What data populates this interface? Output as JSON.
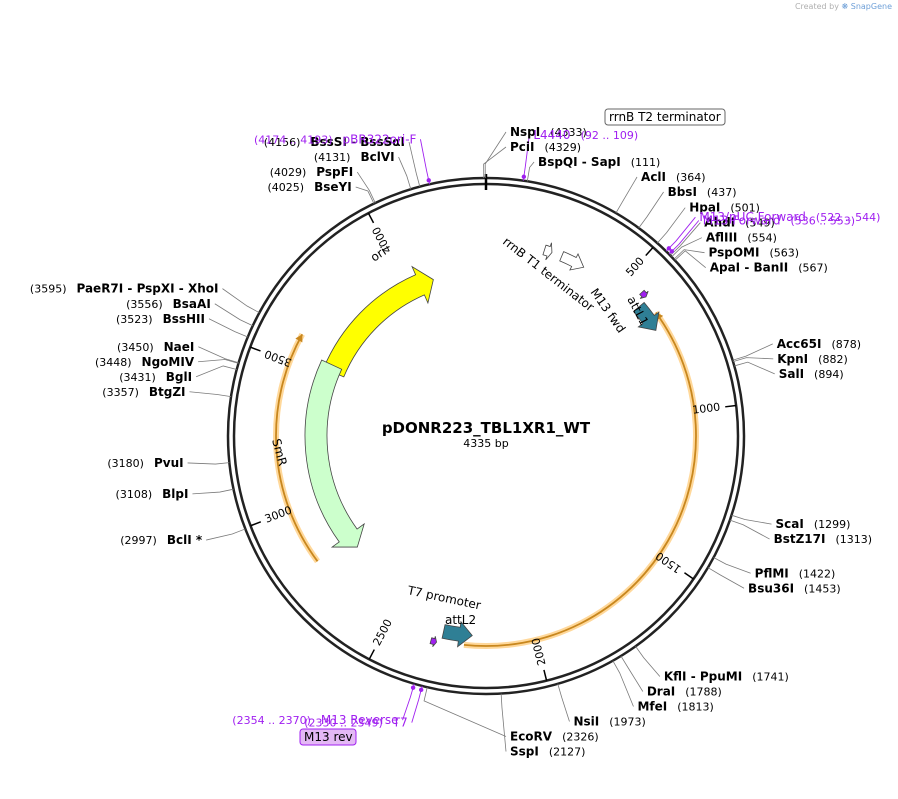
{
  "watermark": {
    "created_by": "Created by",
    "brand": "SnapGene"
  },
  "plasmid": {
    "name": "pDONR223_TBL1XR1_WT",
    "size_label": "4335 bp",
    "length": 4335
  },
  "ticks": [
    "500",
    "1000",
    "1500",
    "2000",
    "2500",
    "3000",
    "3500",
    "4000"
  ],
  "features": [
    {
      "name": "ori",
      "start": 3523,
      "end": 4111,
      "direction": "forward",
      "color": "#ffff00"
    },
    {
      "name": "SmR",
      "start": 2760,
      "end": 3550,
      "direction": "reverse",
      "color": "#ccffcc"
    },
    {
      "name": "attL1",
      "start": 600,
      "end": 700,
      "direction": "forward",
      "color": "#2f7f95"
    },
    {
      "name": "attL2",
      "start": 2215,
      "end": 2315,
      "direction": "reverse",
      "color": "#2f7f95"
    },
    {
      "name": "rrnB T1 terminator",
      "start": 275,
      "end": 362,
      "direction": "forward",
      "color": "#ffffff"
    },
    {
      "name": "rrnB T2 terminator",
      "start": 210,
      "end": 238,
      "direction": "forward",
      "color": "#ffffff"
    },
    {
      "name": "M13 fwd",
      "start": 570,
      "end": 590,
      "direction": "forward",
      "color": "#a020f0"
    },
    {
      "name": "T7 promoter",
      "start": 2330,
      "end": 2349,
      "direction": "reverse",
      "color": "#a020f0"
    }
  ],
  "orf_arcs": [
    {
      "start": 650,
      "end": 2240,
      "direction": "reverse"
    },
    {
      "start": 2810,
      "end": 3600,
      "direction": "forward"
    }
  ],
  "sites_right": [
    {
      "name": "NspI",
      "pos": "(4333)",
      "at": 4333
    },
    {
      "name": "PciI",
      "pos": "(4329)",
      "at": 4329
    },
    {
      "name": "BspQI  -  SapI",
      "pos": "(111)",
      "at": 111
    },
    {
      "name": "AclI",
      "pos": "(364)",
      "at": 364
    },
    {
      "name": "BbsI",
      "pos": "(437)",
      "at": 437
    },
    {
      "name": "HpaI",
      "pos": "(501)",
      "at": 501
    },
    {
      "name": "AhdI",
      "pos": "(549)",
      "at": 549
    },
    {
      "name": "AflIII",
      "pos": "(554)",
      "at": 554
    },
    {
      "name": "PspOMI",
      "pos": "(563)",
      "at": 563
    },
    {
      "name": "ApaI  -  BanII",
      "pos": "(567)",
      "at": 567
    },
    {
      "name": "Acc65I",
      "pos": "(878)",
      "at": 878
    },
    {
      "name": "KpnI",
      "pos": "(882)",
      "at": 882
    },
    {
      "name": "SalI",
      "pos": "(894)",
      "at": 894
    },
    {
      "name": "ScaI",
      "pos": "(1299)",
      "at": 1299
    },
    {
      "name": "BstZ17I",
      "pos": "(1313)",
      "at": 1313
    },
    {
      "name": "PflMI",
      "pos": "(1422)",
      "at": 1422
    },
    {
      "name": "Bsu36I",
      "pos": "(1453)",
      "at": 1453
    },
    {
      "name": "KflI  -  PpuMI",
      "pos": "(1741)",
      "at": 1741
    },
    {
      "name": "DraI",
      "pos": "(1788)",
      "at": 1788
    },
    {
      "name": "MfeI",
      "pos": "(1813)",
      "at": 1813
    },
    {
      "name": "NsiI",
      "pos": "(1973)",
      "at": 1973
    },
    {
      "name": "SspI",
      "pos": "(2127)",
      "at": 2127
    },
    {
      "name": "EcoRV",
      "pos": "(2326)",
      "at": 2326
    }
  ],
  "sites_left": [
    {
      "name": "BssSI  -  BssSαI",
      "pos": "(4156)",
      "at": 4156
    },
    {
      "name": "BclVI",
      "pos": "(4131)",
      "at": 4131
    },
    {
      "name": "PspFI",
      "pos": "(4029)",
      "at": 4029
    },
    {
      "name": "BseYI",
      "pos": "(4025)",
      "at": 4025
    },
    {
      "name": "PaeR7I  -  PspXI  -  XhoI",
      "pos": "(3595)",
      "at": 3595
    },
    {
      "name": "BsaAI",
      "pos": "(3556)",
      "at": 3556
    },
    {
      "name": "BssHII",
      "pos": "(3523)",
      "at": 3523
    },
    {
      "name": "NaeI",
      "pos": "(3450)",
      "at": 3450
    },
    {
      "name": "NgoMIV",
      "pos": "(3448)",
      "at": 3448
    },
    {
      "name": "BglI",
      "pos": "(3431)",
      "at": 3431
    },
    {
      "name": "BtgZI",
      "pos": "(3357)",
      "at": 3357
    },
    {
      "name": "PvuI",
      "pos": "(3180)",
      "at": 3180
    },
    {
      "name": "BlpI",
      "pos": "(3108)",
      "at": 3108
    },
    {
      "name": "BclI *",
      "pos": "(2997)",
      "at": 2997
    }
  ],
  "primers": [
    {
      "name": "L4440",
      "range": "(92 .. 109)",
      "at": 100
    },
    {
      "name": "pBR322ori-F",
      "range": "(4174 .. 4193)",
      "at": 4183
    },
    {
      "name": "M13/pUC Forward",
      "range": "(522 .. 544)",
      "at": 533
    },
    {
      "name": "M13 Forward",
      "range": "(536 .. 553)",
      "at": 544
    },
    {
      "name": "M13 Reverse",
      "range": "(2354 .. 2370)",
      "at": 2362
    },
    {
      "name": "T7",
      "range": "(2330 .. 2349)",
      "at": 2340
    }
  ],
  "boxed_labels": {
    "rrnB_T2": "rrnB T2 terminator",
    "m13_rev": "M13 rev"
  },
  "feature_labels": {
    "rrnB_T1": "rrnB T1 terminator",
    "m13_fwd": "M13 fwd",
    "attL1": "attL1",
    "attL2": "attL2",
    "t7_promoter": "T7 promoter",
    "ori": "ori",
    "smr": "SmR"
  }
}
